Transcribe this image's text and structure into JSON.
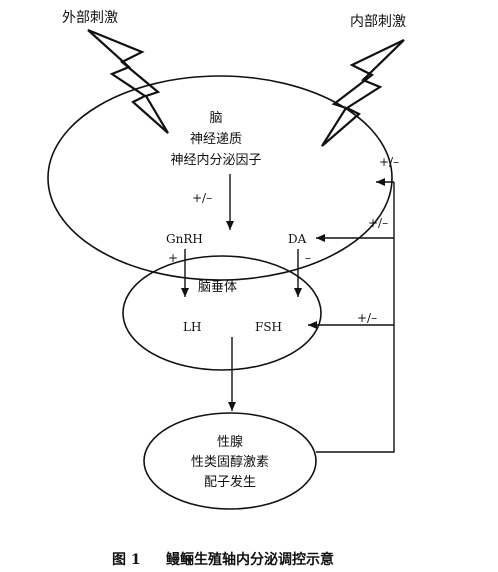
{
  "stimuli": {
    "external": "外部刺激",
    "internal": "内部刺激"
  },
  "brain": {
    "lines": [
      "脑",
      "神经递质",
      "神经内分泌因子"
    ],
    "modulation": "+/–",
    "gnrh": "GnRH",
    "gnrh_sign": "+",
    "da": "DA",
    "da_sign": "–"
  },
  "pituitary": {
    "title": "脑垂体",
    "lh": "LH",
    "fsh": "FSH"
  },
  "gonad": {
    "lines": [
      "性腺",
      "性类固醇激素",
      "配子发生"
    ]
  },
  "feedback": {
    "to_brain": "+/–",
    "to_da": "+/–",
    "to_pituitary": "+/–"
  },
  "caption": {
    "label": "图 1",
    "text": "鳗鲡生殖轴内分泌调控示意"
  }
}
